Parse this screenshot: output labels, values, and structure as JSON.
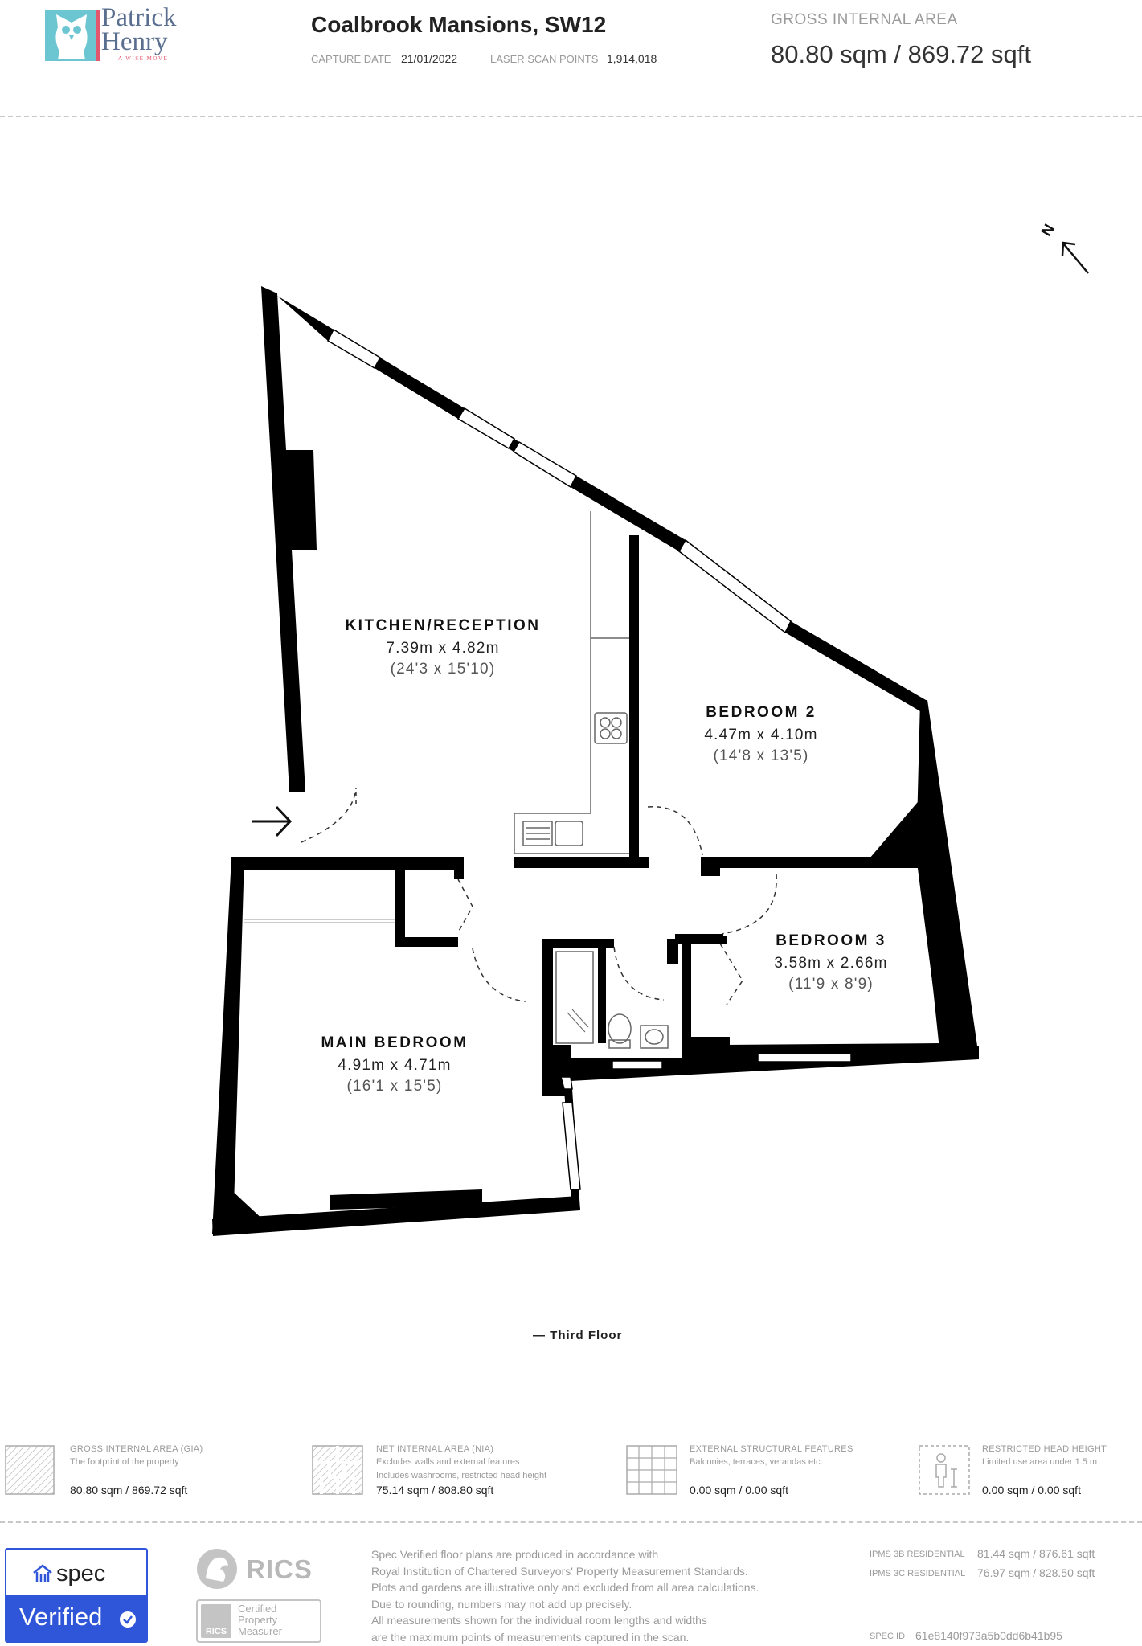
{
  "brand": {
    "line1": "Patrick",
    "line2": "Henry",
    "tagline": "A WISE MOVE"
  },
  "property": {
    "title": "Coalbrook Mansions, SW12"
  },
  "capture": {
    "date_label": "CAPTURE DATE",
    "date_value": "21/01/2022",
    "points_label": "LASER SCAN POINTS",
    "points_value": "1,914,018"
  },
  "gia": {
    "label": "GROSS INTERNAL AREA",
    "value": "80.80 sqm / 869.72 sqft"
  },
  "compass": {
    "label": "N"
  },
  "rooms": [
    {
      "name": "KITCHEN/RECEPTION",
      "metric": "7.39m x 4.82m",
      "imperial": "(24'3 x 15'10)"
    },
    {
      "name": "BEDROOM 2",
      "metric": "4.47m x 4.10m",
      "imperial": "(14'8 x 13'5)"
    },
    {
      "name": "BEDROOM 3",
      "metric": "3.58m x 2.66m",
      "imperial": "(11'9 x 8'9)"
    },
    {
      "name": "MAIN BEDROOM",
      "metric": "4.91m x 4.71m",
      "imperial": "(16'1 x 15'5)"
    }
  ],
  "floor_label": "— Third Floor",
  "legend": [
    {
      "title": "GROSS INTERNAL AREA (GIA)",
      "desc": [
        "The footprint of the property"
      ],
      "value": "80.80 sqm / 869.72 sqft"
    },
    {
      "title": "NET INTERNAL AREA (NIA)",
      "desc": [
        "Excludes walls and external features",
        "Includes washrooms, restricted head height"
      ],
      "value": "75.14 sqm / 808.80 sqft"
    },
    {
      "title": "EXTERNAL STRUCTURAL FEATURES",
      "desc": [
        "Balconies, terraces, verandas etc."
      ],
      "value": "0.00 sqm / 0.00 sqft"
    },
    {
      "title": "RESTRICTED HEAD HEIGHT",
      "desc": [
        "Limited use area under 1.5 m"
      ],
      "value": "0.00 sqm / 0.00 sqft"
    }
  ],
  "spec": {
    "name": "spec",
    "verified": "Verified"
  },
  "rics": {
    "name": "RICS",
    "small": "RICS",
    "cert1": "Certified",
    "cert2": "Property",
    "cert3": "Measurer"
  },
  "disclaimer": [
    "Spec Verified floor plans are produced in accordance with",
    "Royal Institution of Chartered Surveyors' Property Measurement Standards.",
    "Plots and gardens are illustrative only and excluded from all area calculations.",
    "Due to rounding, numbers may not add up precisely.",
    "All measurements shown for the individual room lengths and widths",
    "are the maximum points of measurements captured in the scan."
  ],
  "ipms": [
    {
      "label": "IPMS 3B RESIDENTIAL",
      "value": "81.44 sqm / 876.61 sqft"
    },
    {
      "label": "IPMS 3C RESIDENTIAL",
      "value": "76.97 sqm / 828.50 sqft"
    }
  ],
  "spec_id": {
    "label": "SPEC ID",
    "value": "61e8140f973a5b0dd6b41b95"
  }
}
